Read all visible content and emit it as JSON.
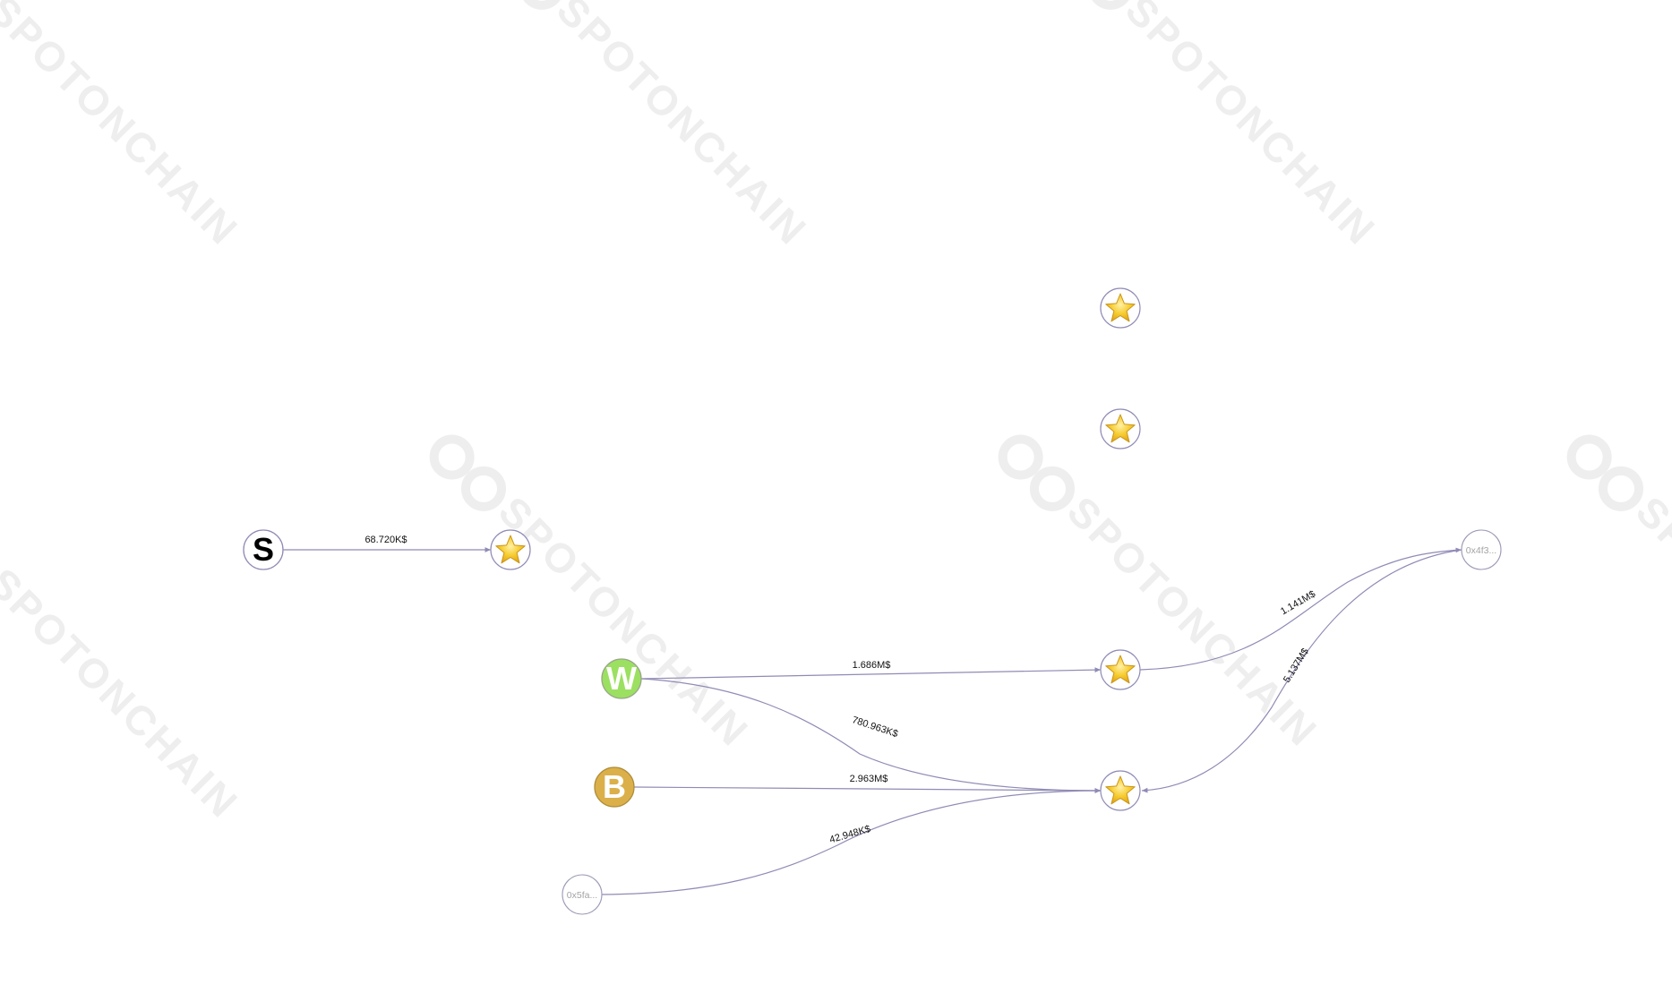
{
  "watermark": {
    "text": "SPOTONCHAIN",
    "color": "#eeeeee"
  },
  "colors": {
    "edge": "#8f8bb5",
    "node_border": "#8f8bb5",
    "star_fill": "#f7cc2f",
    "star_stroke": "#c8961e",
    "w_fill": "#9be060",
    "b_fill": "#dbb04a"
  },
  "nodes": [
    {
      "id": "s",
      "kind": "letter",
      "letter": "S",
      "icon": "s-letter-icon"
    },
    {
      "id": "star1",
      "kind": "star",
      "icon": "star-icon"
    },
    {
      "id": "star2",
      "kind": "star",
      "icon": "star-icon"
    },
    {
      "id": "star3",
      "kind": "star",
      "icon": "star-icon"
    },
    {
      "id": "w",
      "kind": "letter",
      "letter": "W",
      "icon": "w-letter-icon"
    },
    {
      "id": "b",
      "kind": "letter",
      "letter": "B",
      "icon": "b-letter-icon"
    },
    {
      "id": "star4",
      "kind": "star",
      "icon": "star-icon"
    },
    {
      "id": "star5",
      "kind": "star",
      "icon": "star-icon"
    },
    {
      "id": "addr1",
      "kind": "address",
      "label": "0x4f3..."
    },
    {
      "id": "addr2",
      "kind": "address",
      "label": "0x5fa..."
    }
  ],
  "edges": [
    {
      "from": "s",
      "to": "star1",
      "label": "68.720K$"
    },
    {
      "from": "w",
      "to": "star4",
      "label": "1.686M$"
    },
    {
      "from": "w",
      "to": "star5",
      "label": "780.963K$"
    },
    {
      "from": "b",
      "to": "star5",
      "label": "2.963M$"
    },
    {
      "from": "addr2",
      "to": "star5",
      "label": "42.948K$"
    },
    {
      "from": "star4",
      "to": "addr1",
      "label": "1.141M$"
    },
    {
      "from": "addr1",
      "to": "star5",
      "label": "5.137M$"
    }
  ]
}
